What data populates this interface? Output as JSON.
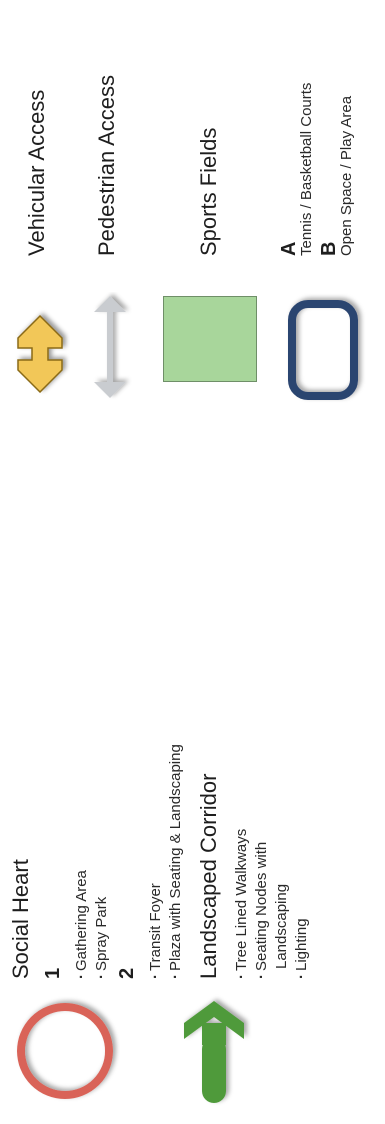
{
  "left": {
    "social_heart": {
      "title": "Social Heart",
      "group1": {
        "number": "1",
        "items": [
          "Gathering Area",
          "Spray Park"
        ]
      },
      "group2": {
        "number": "2",
        "items": [
          "Transit Foyer",
          "Plaza with Seating & Landscaping"
        ]
      }
    },
    "corridor": {
      "title": "Landscaped Corridor",
      "items": [
        "Tree Lined Walkways",
        "Seating Nodes with",
        "Landscaping",
        "Lighting"
      ]
    }
  },
  "right": {
    "vehicular": "Vehicular Access",
    "pedestrian": "Pedestrian Access",
    "sports": "Sports Fields",
    "courts": {
      "a_letter": "A",
      "a_text": "Tennis / Basketball Courts",
      "b_letter": "B",
      "b_text": "Open Space / Play Area"
    }
  },
  "icons": {
    "social_heart": "red-circle-icon",
    "corridor": "green-arrow-icon",
    "vehicular": "yellow-double-arrow-icon",
    "pedestrian": "grey-double-arrow-icon",
    "sports": "green-square-icon",
    "courts": "blue-rounded-rectangle-icon"
  },
  "colors": {
    "social_heart_ring": "#d96458",
    "corridor_arrow": "#4f9a3a",
    "vehicular_arrow": "#f2c759",
    "pedestrian_arrow": "#c9ccd0",
    "sports_field": "#a8d69b",
    "courts_outline": "#2c4470"
  }
}
